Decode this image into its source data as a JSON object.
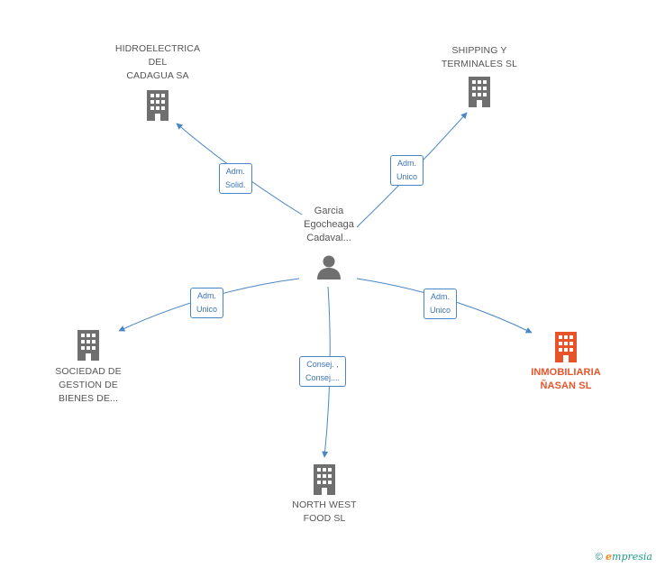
{
  "center": {
    "name_lines": [
      "Garcia",
      "Egocheaga",
      "Cadaval..."
    ],
    "icon": "person-icon"
  },
  "companies": [
    {
      "id": "hidroelectrica",
      "lines": [
        "HIDROELECTRICA",
        "DEL",
        "CADAGUA SA"
      ],
      "icon": "building-icon",
      "highlight": false
    },
    {
      "id": "shipping",
      "lines": [
        "SHIPPING Y",
        "TERMINALES SL"
      ],
      "icon": "building-icon",
      "highlight": false
    },
    {
      "id": "sociedad",
      "lines": [
        "SOCIEDAD DE",
        "GESTION DE",
        "BIENES DE..."
      ],
      "icon": "building-icon",
      "highlight": false
    },
    {
      "id": "inmobiliaria",
      "lines": [
        "INMOBILIARIA",
        "ÑASAN SL"
      ],
      "icon": "building-icon",
      "highlight": true
    },
    {
      "id": "northwest",
      "lines": [
        "NORTH WEST",
        "FOOD SL"
      ],
      "icon": "building-icon",
      "highlight": false
    }
  ],
  "relations": [
    {
      "to": "hidroelectrica",
      "lines": [
        "Adm.",
        "Solid."
      ]
    },
    {
      "to": "shipping",
      "lines": [
        "Adm.",
        "Unico"
      ]
    },
    {
      "to": "sociedad",
      "lines": [
        "Adm.",
        "Unico"
      ]
    },
    {
      "to": "inmobiliaria",
      "lines": [
        "Adm.",
        "Unico"
      ]
    },
    {
      "to": "northwest",
      "lines": [
        "Consej. ,",
        "Consej...."
      ]
    }
  ],
  "colors": {
    "edge": "#4a86c5",
    "building": "#6f6f6f",
    "building_highlight": "#e8542a",
    "person": "#6f6f6f"
  },
  "footer": {
    "copyright": "©",
    "brand_initial": "e",
    "brand_rest": "mpresia"
  }
}
